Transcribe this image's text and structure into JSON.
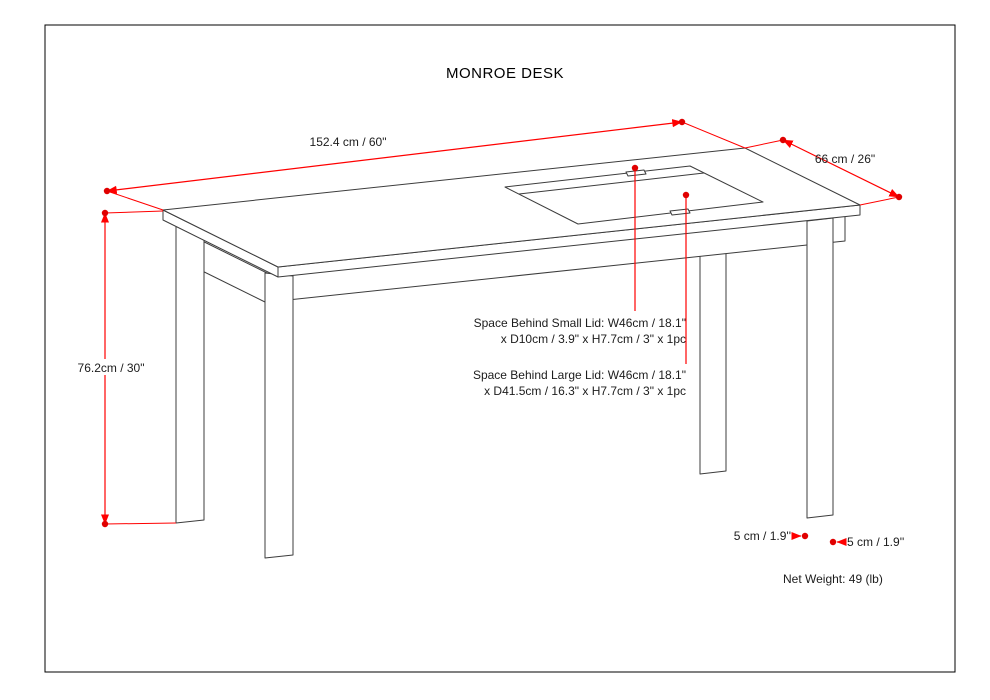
{
  "title": "MONROE DESK",
  "dimensions": {
    "width_label": "152.4 cm / 60\"",
    "depth_label": "66 cm / 26\"",
    "height_label": "76.2cm / 30\"",
    "leg_width_label": "5 cm / 1.9''",
    "leg_depth_label": "5 cm / 1.9''"
  },
  "annotations": {
    "small_lid": {
      "line1": "Space Behind Small Lid: W46cm / 18.1\"",
      "line2": "x D10cm / 3.9\" x H7.7cm / 3\" x 1pc"
    },
    "large_lid": {
      "line1": "Space Behind Large Lid: W46cm / 18.1\"",
      "line2": "x D41.5cm / 16.3\" x H7.7cm / 3\" x 1pc"
    }
  },
  "footer": {
    "net_weight": "Net Weight:  49 (lb)"
  },
  "colors": {
    "dimension_red": "#ff0000",
    "dot_red": "#e00000",
    "drawing_line": "#3c3c3c",
    "border": "#000000"
  }
}
